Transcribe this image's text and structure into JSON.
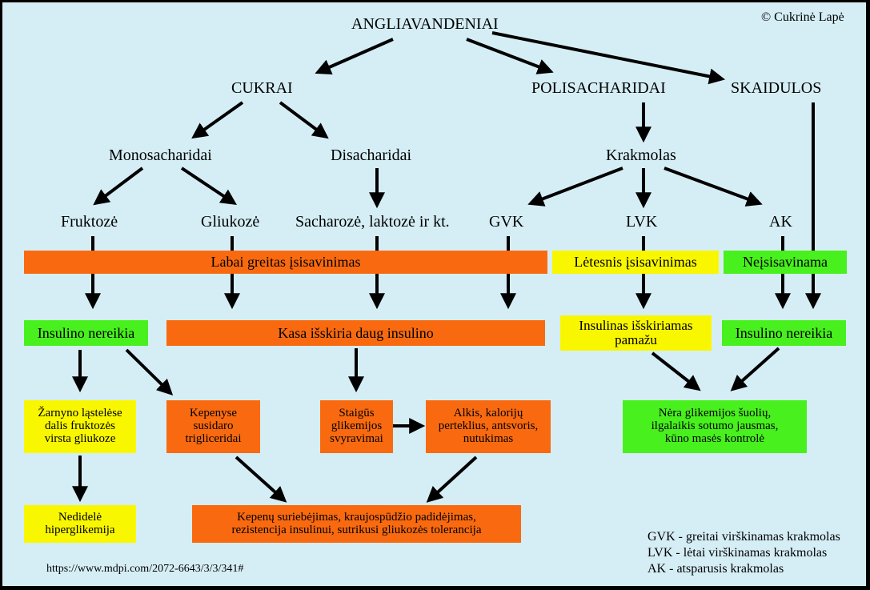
{
  "copyright": "© Cukrinė Lapė",
  "source_url": "https://www.mdpi.com/2072-6643/3/3/341#",
  "nodes": {
    "root": "ANGLIAVANDENIAI",
    "sugars": "CUKRAI",
    "polysaccharides": "POLISACHARIDAI",
    "fiber": "SKAIDULOS",
    "monosaccharides": "Monosacharidai",
    "disaccharides": "Disacharidai",
    "starch": "Krakmolas",
    "fructose": "Fruktozė",
    "glucose": "Gliukozė",
    "sucrose_lactose": "Sacharozė, laktozė ir kt.",
    "gvk": "GVK",
    "lvk": "LVK",
    "ak": "AK"
  },
  "bars": {
    "fast_absorption": "Labai greitas įsisavinimas",
    "slower_absorption": "Lėtesnis įsisavinimas",
    "not_absorbed": "Neįsisavinama"
  },
  "boxes": {
    "no_insulin_left": "Insulino nereikia",
    "pancreas_insulin": "Kasa išskiria daug insulino",
    "insulin_slow": "Insulinas išskiriamas\npamažu",
    "no_insulin_right": "Insulino nereikia",
    "intestine": "Žarnyno ląstelėse\ndalis fruktozės\nvirsta gliukoze",
    "liver_trig": "Kepenyse\nsusidaro\ntrigliceridai",
    "glycemic_swings": "Staigūs\nglikemijos\nsvyravimai",
    "hunger": "Alkis, kalorijų\nperteklius, antsvoris,\nnutukimas",
    "no_spikes": "Nėra glikemijos šuolių,\nilgalaikis sotumo jausmas,\nkūno masės kontrolė",
    "hyperglycemia": "Nedidelė\nhiperglikemija",
    "liver_fat": "Kepenų suriebėjimas, kraujospūdžio padidėjimas,\nrezistencija insulinui, sutrikusi gliukozės tolerancija"
  },
  "legend": [
    "GVK - greitai virškinamas krakmolas",
    "LVK - lėtai virškinamas krakmolas",
    "AK - atsparusis krakmolas"
  ],
  "colors": {
    "background": "#d5eef5",
    "orange": "#f96a10",
    "yellow": "#f9f700",
    "green": "#48f01e"
  }
}
